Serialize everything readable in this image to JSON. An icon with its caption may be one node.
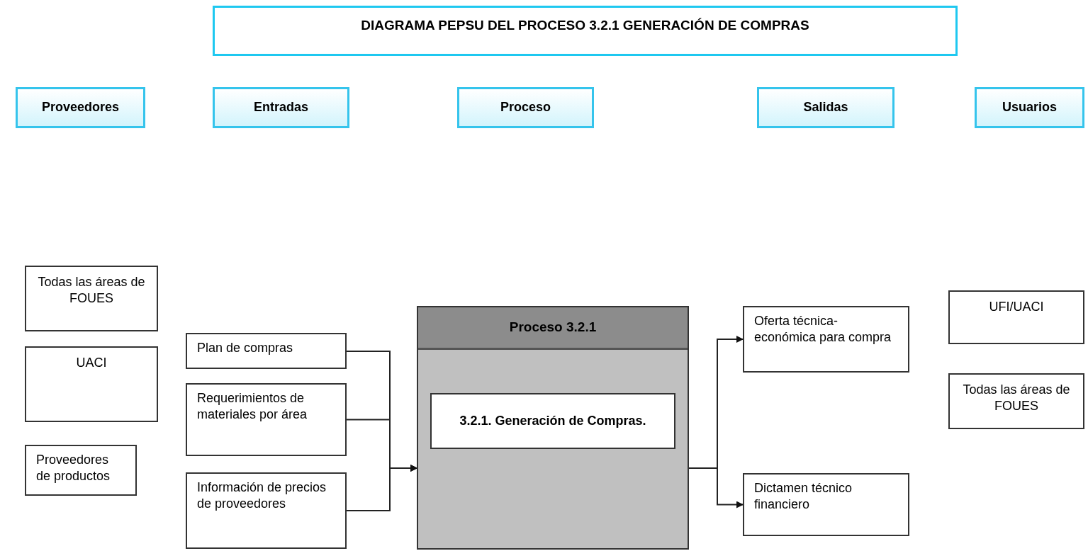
{
  "diagram": {
    "title": "DIAGRAMA PEPSU DEL PROCESO 3.2.1 GENERACIÓN DE COMPRAS",
    "nodes": [
      {
        "text": [
          "Proveedores"
        ]
      },
      {
        "text": [
          "Entradas"
        ]
      },
      {
        "text": [
          "Proceso"
        ]
      },
      {
        "text": [
          "Salidas"
        ]
      },
      {
        "text": [
          "Usuarios"
        ]
      },
      {
        "text": [
          "Todas las áreas de FOUES"
        ]
      },
      {
        "text": [
          "UACI"
        ]
      },
      {
        "text": [
          "Proveedores de productos"
        ]
      },
      {
        "text": [
          "Plan de compras"
        ]
      },
      {
        "text": [
          "Requerimientos de materiales por área"
        ]
      },
      {
        "text": [
          "Información de precios de proveedores"
        ]
      },
      {
        "text": [
          "Proceso 3.2.1"
        ]
      },
      {
        "text": [
          "3.2.1. Generación de Compras."
        ],
        "in": 11
      },
      {
        "text": [
          "Oferta técnica-económica para compra"
        ]
      },
      {
        "text": [
          "Dictamen técnico financiero"
        ]
      },
      {
        "text": [
          "UFI/UACI"
        ]
      },
      {
        "text": [
          "Todas las áreas de FOUES"
        ]
      }
    ],
    "edges": [
      {
        "from": 8,
        "to": 11,
        "arrow": "to"
      },
      {
        "from": 9,
        "to": 11,
        "arrow": "to"
      },
      {
        "from": 10,
        "to": 11,
        "arrow": "to"
      },
      {
        "from": 11,
        "to": 13,
        "arrow": "to"
      },
      {
        "from": 11,
        "to": 14,
        "arrow": "to"
      }
    ]
  }
}
